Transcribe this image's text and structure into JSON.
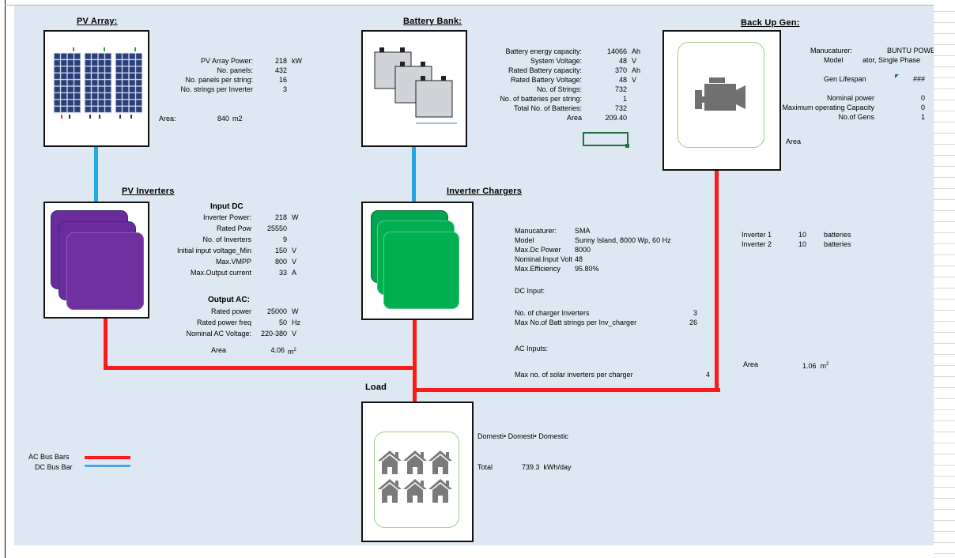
{
  "pv_array": {
    "title": "PV Array:",
    "rows": [
      {
        "label": "PV  Array Power:",
        "value": "218",
        "unit": "kW"
      },
      {
        "label": "No. panels:",
        "value": "432",
        "unit": ""
      },
      {
        "label": "No. panels per string:",
        "value": "16",
        "unit": ""
      },
      {
        "label": "No. strings per Inverter",
        "value": "3",
        "unit": ""
      }
    ],
    "area_label": "Area:",
    "area_value": "840",
    "area_unit": "m2"
  },
  "battery_bank": {
    "title": "Battery Bank:",
    "rows": [
      {
        "label": "Battery energy capacity:",
        "value": "14066",
        "unit": "Ah"
      },
      {
        "label": "System Voltage:",
        "value": "48",
        "unit": "V"
      },
      {
        "label": "Rated Battery capacity:",
        "value": "370",
        "unit": "Ah"
      },
      {
        "label": "Rated Battery Voltage:",
        "value": "48",
        "unit": "V"
      },
      {
        "label": "No. of Strings:",
        "value": "732",
        "unit": ""
      },
      {
        "label": "No. of batteries per string:",
        "value": "1",
        "unit": ""
      },
      {
        "label": "Total No. of Batteries:",
        "value": "732",
        "unit": ""
      },
      {
        "label": "Area",
        "value": "209.40",
        "unit": ""
      }
    ]
  },
  "backup_gen": {
    "title": "Back  Up  Gen:",
    "manufacturer_label": "Manucaturer:",
    "manufacturer_value": "BUNTU POWE",
    "model_label": "Model",
    "model_value": "ator, Single Phase",
    "lifespan_label": "Gen Lifespan",
    "lifespan_value": "###",
    "rows": [
      {
        "label": "Nominal power",
        "value": "0"
      },
      {
        "label": "Maximum operating Capacity",
        "value": "0"
      },
      {
        "label": "No.of Gens",
        "value": "1"
      }
    ],
    "area_label": "Area"
  },
  "pv_inverters": {
    "title": "PV Inverters",
    "input_heading": "Input DC",
    "input_rows": [
      {
        "label": "Inverter Power:",
        "value": "218",
        "unit": "W"
      },
      {
        "label": "Rated Pow",
        "value": "25550",
        "unit": ""
      },
      {
        "label": "No. of Inverters",
        "value": "9",
        "unit": ""
      },
      {
        "label": "Initial input voltage_Min",
        "value": "150",
        "unit": "V"
      },
      {
        "label": "Max.VMPP",
        "value": "800",
        "unit": "V"
      },
      {
        "label": "Max.Output current",
        "value": "33",
        "unit": "A"
      }
    ],
    "output_heading": "Output AC:",
    "output_rows": [
      {
        "label": "Rated power",
        "value": "25000",
        "unit": "W"
      },
      {
        "label": "Rated power freq",
        "value": "50",
        "unit": "Hz"
      },
      {
        "label": "Nominal AC Voltage:",
        "value": "220-380",
        "unit": "V"
      }
    ],
    "area_label": "Area",
    "area_value": "4.06",
    "area_unit": "m",
    "area_sup": "2"
  },
  "inverter_chargers": {
    "title": "Inverter Chargers",
    "rows": [
      {
        "label": "Manucaturer:",
        "value": "SMA"
      },
      {
        "label": "Model",
        "value": "Sunny Island, 8000 Wp, 60 Hz"
      },
      {
        "label": "Max.Dc Power",
        "value": "8000"
      },
      {
        "label": "Nominal.Input Volt",
        "value": "48"
      },
      {
        "label": "Max.Efficiency",
        "value": "95.80%"
      }
    ],
    "dc_input_label": "DC Input:",
    "charger_inverters_label": "No. of charger Inverters",
    "charger_inverters_value": "3",
    "max_batt_label": "Max No.of Batt strings per Inv_charger",
    "max_batt_value": "26",
    "ac_inputs_label": "AC Inputs:",
    "max_solar_label": "Max no. of solar inverters per charger",
    "max_solar_value": "4"
  },
  "inverter_list": [
    {
      "name": "Inverter 1",
      "count": "10",
      "unit": "batteries"
    },
    {
      "name": "Inverter 2",
      "count": "10",
      "unit": "batteries"
    }
  ],
  "charger_area": {
    "label": "Area",
    "value": "1.06",
    "unit": "m",
    "sup": "2"
  },
  "load": {
    "title": "Load",
    "domestic_labels": "Domesti• Domesti• Domestic",
    "total_label": "Total",
    "total_value": "739.3",
    "total_unit": "kWh/day"
  },
  "legend": {
    "ac_label": "AC Bus Bars",
    "dc_label": "DC Bus Bar",
    "ac_color": "#ff1a1a",
    "dc_color": "#4aa6e8"
  }
}
